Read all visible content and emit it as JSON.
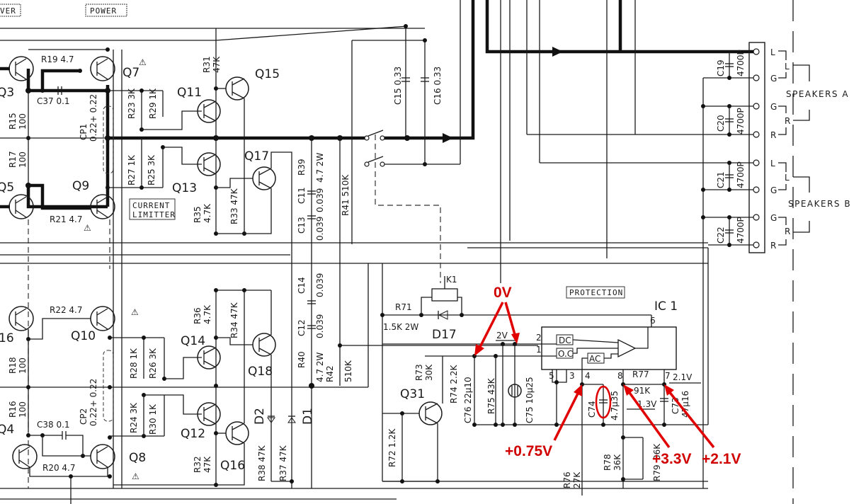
{
  "diagram": {
    "type": "power-amplifier-schematic",
    "section_labels": {
      "driver_partial": "VER",
      "power": "POWER",
      "current_limitter": [
        "CURRENT",
        "LIMITTER"
      ],
      "protection": "PROTECTION"
    },
    "transistors": [
      "Q3",
      "Q5",
      "Q7",
      "Q9",
      "Q11",
      "Q13",
      "Q15",
      "Q17",
      "16",
      "Q10",
      "Q14",
      "Q18",
      "Q4",
      "Q8",
      "Q12",
      "Q16",
      "Q31"
    ],
    "resistors": {
      "R19": "4.7",
      "R21": "4.7",
      "R22": "4.7",
      "R20": "4.7",
      "R15": "100",
      "R17": "100",
      "R18": "100",
      "R16": "100",
      "R23": "3K",
      "R29": "1K",
      "R27": "1K",
      "R25": "3K",
      "R28": "1K",
      "R26": "3K",
      "R24": "3K",
      "R30": "1K",
      "R31": "47K",
      "R35": "4.7K",
      "R33": "47K",
      "R36": "4.7K",
      "R34": "47K",
      "R32": "47K",
      "R38": "47K",
      "R37": "47K",
      "R39": "4.7 2W",
      "R40": "4.7 2W",
      "R41": "510K",
      "R42": "510K",
      "R71": "1.5K 2W",
      "R72": "1.2K",
      "R73": "30K",
      "R74": "2.2K",
      "R75": "43K",
      "R76": "27K",
      "R77": "91K",
      "R78": "36K",
      "R79": "36K"
    },
    "capacitors": {
      "C37": "0.1",
      "C38": "0.1",
      "CP1": "0.22+ 0.22",
      "CP2": "0.22+ 0.22",
      "C11": "0.039",
      "C13": "0.039",
      "C14": "0.039",
      "C12": "0.039",
      "C15": "0.33",
      "C16": "0.33",
      "C19": "4700P",
      "C20": "4700P",
      "C21": "4700P",
      "C22": "4700P",
      "C73": "47µ16",
      "C74": "4.7µ35",
      "C75": "10µ25",
      "C76": "22µ10"
    },
    "diodes": [
      "D1",
      "D2",
      "D17"
    ],
    "relay": "K1",
    "ic": {
      "name": "IC 1",
      "blocks": [
        "DC",
        "O.C",
        "AC"
      ],
      "pins": [
        "1",
        "2",
        "3",
        "4",
        "5",
        "6",
        "7",
        "8"
      ]
    },
    "speaker_terminals": {
      "a": {
        "label": "SPEAKERS A",
        "pins": [
          "L",
          "G",
          "G",
          "R"
        ],
        "pair_labels": [
          "L",
          "R"
        ]
      },
      "b": {
        "label": "SPEAKERS B",
        "pins": [
          "L",
          "G",
          "G",
          "R"
        ],
        "pair_labels": [
          "L",
          "R"
        ]
      }
    },
    "printed_voltages": [
      "2.1V",
      "1.3V",
      "2V"
    ]
  },
  "annotations": [
    {
      "id": "pins-1-2",
      "text": "0V"
    },
    {
      "id": "pin-4",
      "text": "+0.75V"
    },
    {
      "id": "pin-8",
      "text": "+3.3V"
    },
    {
      "id": "pin-7",
      "text": "+2.1V"
    }
  ],
  "colors": {
    "annotation": "#e00000",
    "ink": "#1a1a1a",
    "paper": "#ffffff"
  }
}
